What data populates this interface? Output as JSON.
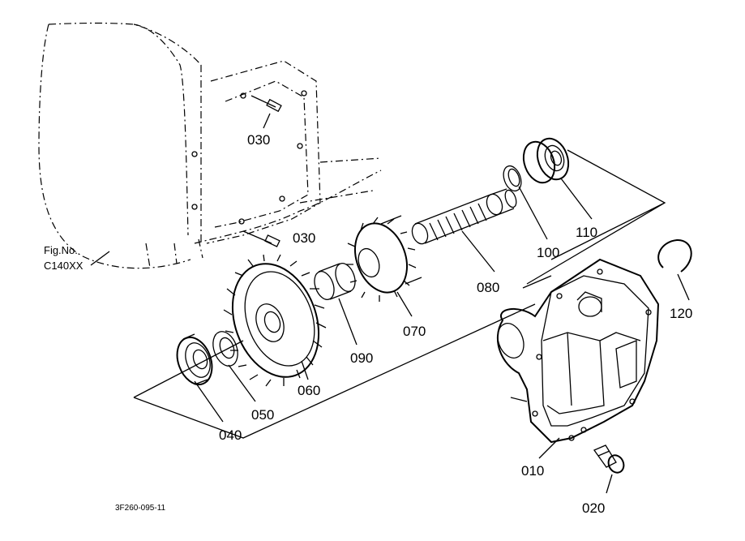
{
  "figure_ref": {
    "line1": "Fig.No.",
    "line2": "C140XX"
  },
  "drawing_code": "3F260-095-11",
  "parts": {
    "p010": "010",
    "p020": "020",
    "p030a": "030",
    "p030b": "030",
    "p040": "040",
    "p050": "050",
    "p060": "060",
    "p070": "070",
    "p080": "080",
    "p090": "090",
    "p100": "100",
    "p110": "110",
    "p120": "120"
  }
}
